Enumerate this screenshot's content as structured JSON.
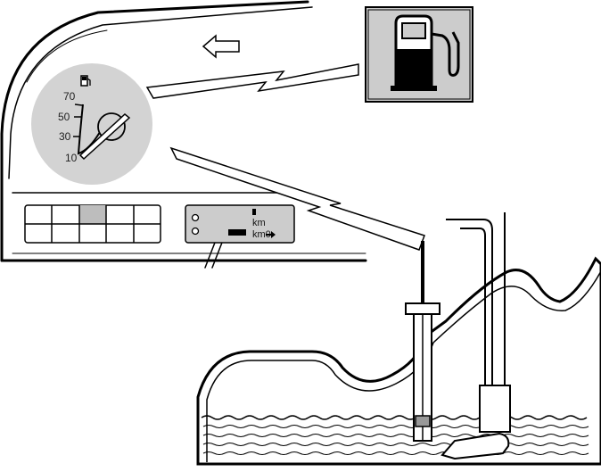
{
  "gauge": {
    "scale": [
      "70",
      "50",
      "30",
      "10"
    ]
  },
  "odometer": {
    "total_unit": "km",
    "trip_unit": "km0"
  },
  "colors": {
    "gauge_face": "#d3d3d3",
    "fuel_icon_panel": "#cccccc",
    "highlighted_warning_cell": "#bdbdbd",
    "outline": "#000000"
  },
  "icons": [
    "fuel-pump-icon",
    "left-arrow-icon",
    "fuel-gauge-icon",
    "fuel-level-sensor",
    "fuel-pump-module"
  ]
}
